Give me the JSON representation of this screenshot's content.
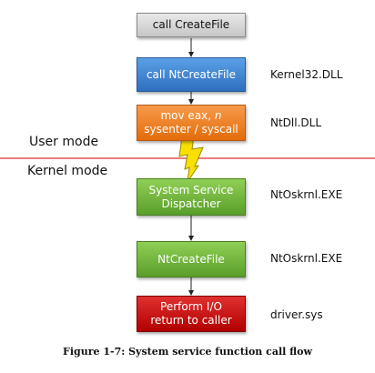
{
  "boxes": {
    "call_createfile": "call CreateFile",
    "call_ntcreatefile": "call NtCreateFile",
    "mov_eax_line1_prefix": "mov eax, ",
    "mov_eax_line1_var": "n",
    "sysenter_line2": "sysenter / syscall",
    "dispatcher_line1": "System Service",
    "dispatcher_line2": "Dispatcher",
    "ntcreatefile": "NtCreateFile",
    "perform_io_line1": "Perform I/O",
    "perform_io_line2": "return to caller"
  },
  "labels": {
    "kernel32": "Kernel32.DLL",
    "ntdll": "NtDll.DLL",
    "ntoskrnl_1": "NtOskrnl.EXE",
    "ntoskrnl_2": "NtOskrnl.EXE",
    "driver": "driver.sys"
  },
  "modes": {
    "user": "User mode",
    "kernel": "Kernel mode"
  },
  "caption": "Figure 1-7: System service function call flow",
  "colors": {
    "boundary_line": "#e05050",
    "lightning_fill": "#f8e000",
    "lightning_stroke": "#9a8a00",
    "arrow": "#222222"
  }
}
